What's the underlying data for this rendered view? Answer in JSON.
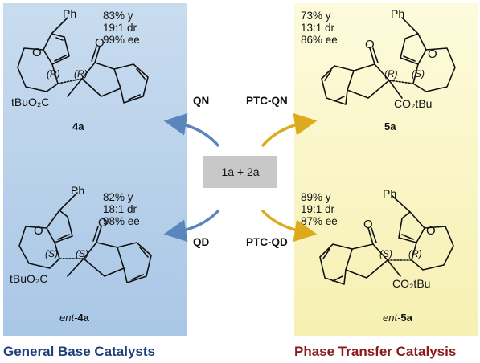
{
  "center": {
    "reactants": "1a + 2a"
  },
  "footer": {
    "left": "General Base Catalysts",
    "right": "Phase Transfer Catalysis",
    "left_color": "#1f3f7a",
    "right_color": "#8a1a1a"
  },
  "arrows": {
    "blue": "#5a86bd",
    "gold": "#dcaa1c"
  },
  "products": [
    {
      "id": "4a",
      "label": "4a",
      "yield": "83% y",
      "dr": "19:1 dr",
      "ee": "99% ee",
      "catalyst": "QN",
      "config_1": "(R)",
      "config_2": "(R)",
      "ph": "Ph",
      "ester": "tBuO₂C",
      "carbonyl": "O",
      "ring_o": "O"
    },
    {
      "id": "ent-4a",
      "label_prefix": "ent-",
      "label": "4a",
      "yield": "82% y",
      "dr": "18:1 dr",
      "ee": "98% ee",
      "catalyst": "QD",
      "config_1": "(S)",
      "config_2": "(S)",
      "ph": "Ph",
      "ester": "tBuO₂C",
      "carbonyl": "O",
      "ring_o": "O"
    },
    {
      "id": "5a",
      "label": "5a",
      "yield": "73% y",
      "dr": "13:1 dr",
      "ee": "86% ee",
      "catalyst": "PTC-QN",
      "config_1": "(R)",
      "config_2": "(S)",
      "ph": "Ph",
      "ester": "CO₂tBu",
      "carbonyl": "O",
      "ring_o": "O"
    },
    {
      "id": "ent-5a",
      "label_prefix": "ent-",
      "label": "5a",
      "yield": "89% y",
      "dr": "19:1 dr",
      "ee": "87% ee",
      "catalyst": "PTC-QD",
      "config_1": "(S)",
      "config_2": "(R)",
      "ph": "Ph",
      "ester": "CO₂tBu",
      "carbonyl": "O",
      "ring_o": "O"
    }
  ]
}
